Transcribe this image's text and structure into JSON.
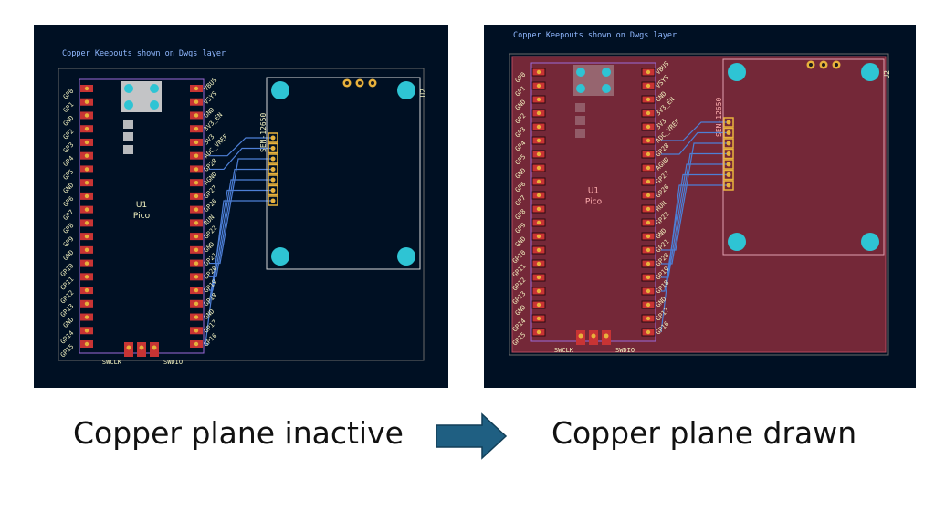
{
  "left_view": {
    "keepout_note": "Copper Keepouts shown on Dwgs layer",
    "u1": {
      "ref": "U1",
      "value": "Pico"
    },
    "u2": {
      "ref": "U2",
      "value": "SEN-12650"
    },
    "left_pins": [
      "GP0",
      "GP1",
      "GND",
      "GP2",
      "GP3",
      "GP4",
      "GP5",
      "GND",
      "GP6",
      "GP7",
      "GP8",
      "GP9",
      "GND",
      "GP10",
      "GP11",
      "GP12",
      "GP13",
      "GND",
      "GP14",
      "GP15"
    ],
    "right_pins": [
      "VBUS",
      "VSYS",
      "GND",
      "3V3_EN",
      "3V3",
      "ADC_VREF",
      "GP28",
      "AGND",
      "GP27",
      "GP26",
      "RUN",
      "GP22",
      "GND",
      "GP21",
      "GP20",
      "GP19",
      "GP18",
      "GND",
      "GP17",
      "GP16"
    ],
    "swclk": "SWCLK",
    "swdio": "SWDIO"
  },
  "right_view": {
    "keepout_note": "Copper Keepouts shown on Dwgs layer",
    "u1": {
      "ref": "U1",
      "value": "Pico"
    },
    "u2": {
      "ref": "U2",
      "value": "SEN-12650"
    },
    "left_pins": [
      "GP0",
      "GP1",
      "GND",
      "GP2",
      "GP3",
      "GP4",
      "GP5",
      "GND",
      "GP6",
      "GP7",
      "GP8",
      "GP9",
      "GND",
      "GP10",
      "GP11",
      "GP12",
      "GP13",
      "GND",
      "GP14",
      "GP15"
    ],
    "right_pins": [
      "VBUS",
      "VSYS",
      "GND",
      "3V3_EN",
      "3V3",
      "ADC_VREF",
      "GP28",
      "AGND",
      "GP27",
      "GP26",
      "RUN",
      "GP22",
      "GND",
      "GP21",
      "GP20",
      "GP19",
      "GP18",
      "GND",
      "GP17",
      "GP16"
    ],
    "swclk": "SWCLK",
    "swdio": "SWDIO"
  },
  "captions": {
    "before": "Copper plane inactive",
    "after": "Copper plane drawn"
  },
  "arrow_icon": "right-arrow-icon",
  "colors": {
    "board_bg": "#001023",
    "pad": "#c83434",
    "pad_outline": "#e8b23c",
    "mount_hole": "#2ec4d4",
    "trace": "#4d7fd6",
    "silkscreen": "#f2f2c0",
    "dwgs_text": "#8fb8ff",
    "copper_plane": "#7a2a3a",
    "arrow": "#1f5f82"
  }
}
